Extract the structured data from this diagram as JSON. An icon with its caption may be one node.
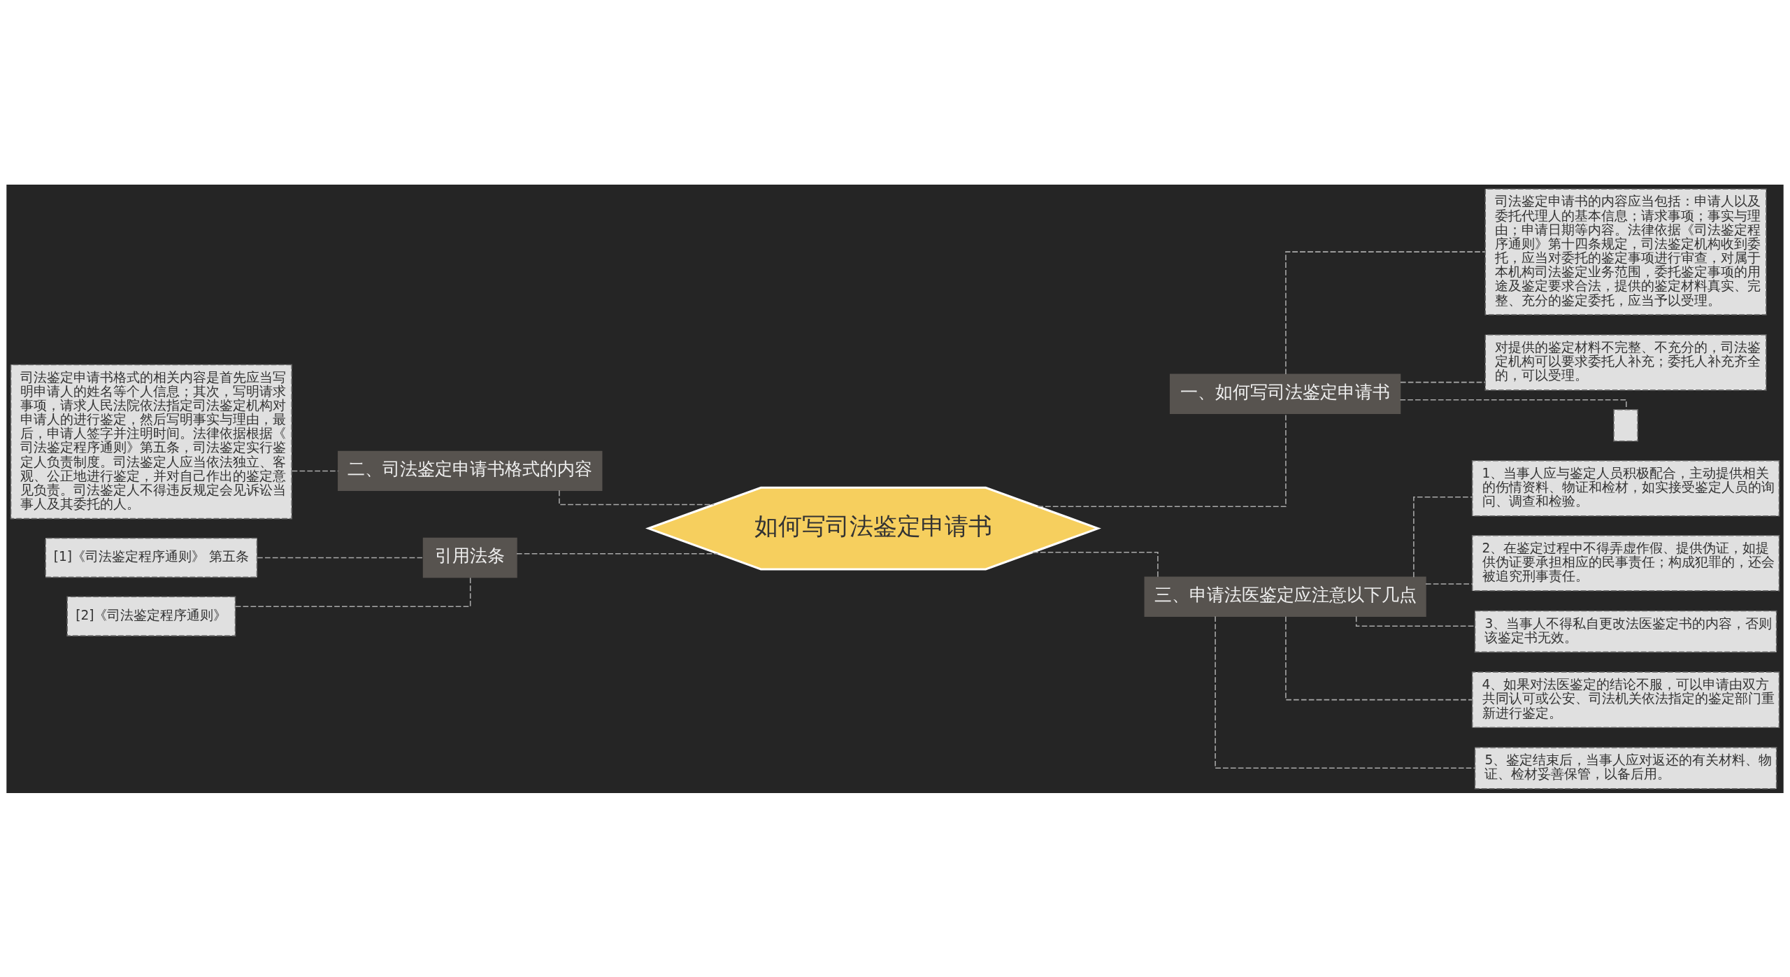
{
  "diagram": {
    "nodes": [
      {
        "text": [
          "如何写司法鉴定申请书"
        ]
      },
      {
        "text": [
          "一、如何写司法鉴定申请书"
        ]
      },
      {
        "text": [
          "司法鉴定申请书的内容应当包括：申请人以及委托代理人的基本信息；请求事项；事实与理由；申请日期等内容。法律依据《司法鉴定程序通则》第十四条规定，司法鉴定机构收到委托，应当对委托的鉴定事项进行审查，对属于本机构司法鉴定业务范围，委托鉴定事项的用途及鉴定要求合法，提供的鉴定材料真实、完整、充分的鉴定委托，应当予以受理。"
        ]
      },
      {
        "text": [
          "对提供的鉴定材料不完整、不充分的，司法鉴定机构可以要求委托人补充；委托人补充齐全的，可以受理。"
        ]
      },
      {
        "text": [],
        "shape": "box"
      },
      {
        "text": [
          "三、申请法医鉴定应注意以下几点"
        ]
      },
      {
        "text": [
          "1、当事人应与鉴定人员积极配合，主动提供相关的伤情资料、物证和检材，如实接受鉴定人员的询问、调查和检验。"
        ]
      },
      {
        "text": [
          "2、在鉴定过程中不得弄虚作假、提供伪证，如提供伪证要承担相应的民事责任；构成犯罪的，还会被追究刑事责任。"
        ]
      },
      {
        "text": [
          "3、当事人不得私自更改法医鉴定书的内容，否则该鉴定书无效。"
        ]
      },
      {
        "text": [
          "4、如果对法医鉴定的结论不服，可以申请由双方共同认可或公安、司法机关依法指定的鉴定部门重新进行鉴定。"
        ]
      },
      {
        "text": [
          "5、鉴定结束后，当事人应对返还的有关材料、物证、检材妥善保管，以备后用。"
        ]
      },
      {
        "text": [
          "二、司法鉴定申请书格式的内容"
        ]
      },
      {
        "text": [
          "司法鉴定申请书格式的相关内容是首先应当写明申请人的姓名等个人信息；其次，写明请求事项，请求人民法院依法指定司法鉴定机构对申请人的进行鉴定，然后写明事实与理由，最后，申请人签字并注明时间。法律依据根据《司法鉴定程序通则》第五条，司法鉴定实行鉴定人负责制度。司法鉴定人应当依法独立、客观、公正地进行鉴定，并对自己作出的鉴定意见负责。司法鉴定人不得违反规定会见诉讼当事人及其委托的人。"
        ]
      },
      {
        "text": [
          "引用法条"
        ]
      },
      {
        "text": [
          "[1]《司法鉴定程序通则》 第五条"
        ]
      },
      {
        "text": [
          "[2]《司法鉴定程序通则》"
        ]
      }
    ],
    "edges": [
      {
        "from": 0,
        "to": 1,
        "arrow": "none",
        "style": "dashed"
      },
      {
        "from": 1,
        "to": 2,
        "arrow": "none",
        "style": "dashed"
      },
      {
        "from": 1,
        "to": 3,
        "arrow": "none",
        "style": "dashed"
      },
      {
        "from": 1,
        "to": 4,
        "arrow": "none",
        "style": "dashed"
      },
      {
        "from": 0,
        "to": 5,
        "arrow": "none",
        "style": "dashed"
      },
      {
        "from": 5,
        "to": 6,
        "arrow": "none",
        "style": "dashed"
      },
      {
        "from": 5,
        "to": 7,
        "arrow": "none",
        "style": "dashed"
      },
      {
        "from": 5,
        "to": 8,
        "arrow": "none",
        "style": "dashed"
      },
      {
        "from": 5,
        "to": 9,
        "arrow": "none",
        "style": "dashed"
      },
      {
        "from": 5,
        "to": 10,
        "arrow": "none",
        "style": "dashed"
      },
      {
        "from": 0,
        "to": 11,
        "arrow": "none",
        "style": "dashed"
      },
      {
        "from": 11,
        "to": 12,
        "arrow": "none",
        "style": "dashed"
      },
      {
        "from": 0,
        "to": 13,
        "arrow": "none",
        "style": "dashed"
      },
      {
        "from": 13,
        "to": 14,
        "arrow": "none",
        "style": "dashed"
      },
      {
        "from": 13,
        "to": 15,
        "arrow": "none",
        "style": "dashed"
      }
    ]
  }
}
